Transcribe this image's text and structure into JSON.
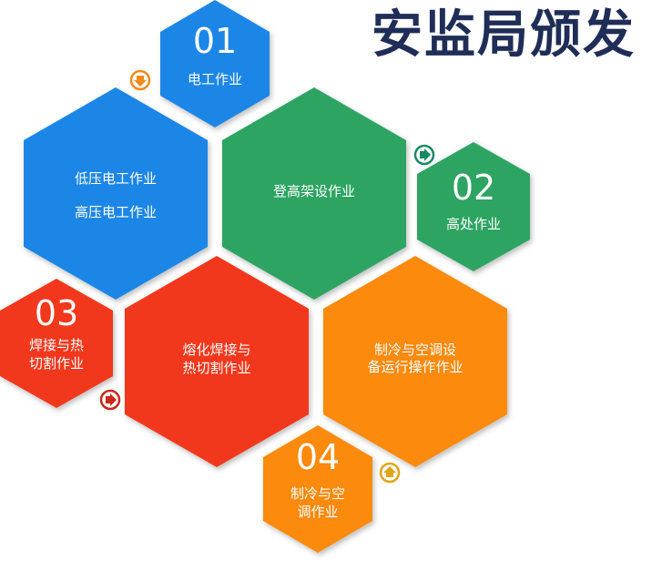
{
  "header": {
    "title": "安监局颁发"
  },
  "hexagons": [
    {
      "key": "01",
      "number": "01",
      "label": "电工作业",
      "color": "#1e86e6"
    },
    {
      "key": "low",
      "line1": "低压电工作业",
      "line2": "高压电工作业",
      "color": "#1e86e6"
    },
    {
      "key": "climb",
      "label": "登高架设作业",
      "color": "#2fa462"
    },
    {
      "key": "02",
      "number": "02",
      "label": "高处作业",
      "color": "#2fa462"
    },
    {
      "key": "03",
      "number": "03",
      "line1": "焊接与热",
      "line2": "切割作业",
      "color": "#f2371f"
    },
    {
      "key": "melt",
      "line1": "熔化焊接与",
      "line2": "热切割作业",
      "color": "#f2371f"
    },
    {
      "key": "ref",
      "line1": "制冷与空调设",
      "line2": "备运行操作作业",
      "color": "#fb8a0d"
    },
    {
      "key": "04",
      "number": "04",
      "line1": "制冷与空",
      "line2": "调作业",
      "color": "#fb8a0d"
    }
  ],
  "arrows": [
    {
      "key": "down",
      "direction": "down",
      "color": "#f08b1c"
    },
    {
      "key": "right-green",
      "direction": "right",
      "color": "#1a8a64"
    },
    {
      "key": "right-red",
      "direction": "right",
      "color": "#c62a1a"
    },
    {
      "key": "up",
      "direction": "up",
      "color": "#e0a417"
    }
  ]
}
